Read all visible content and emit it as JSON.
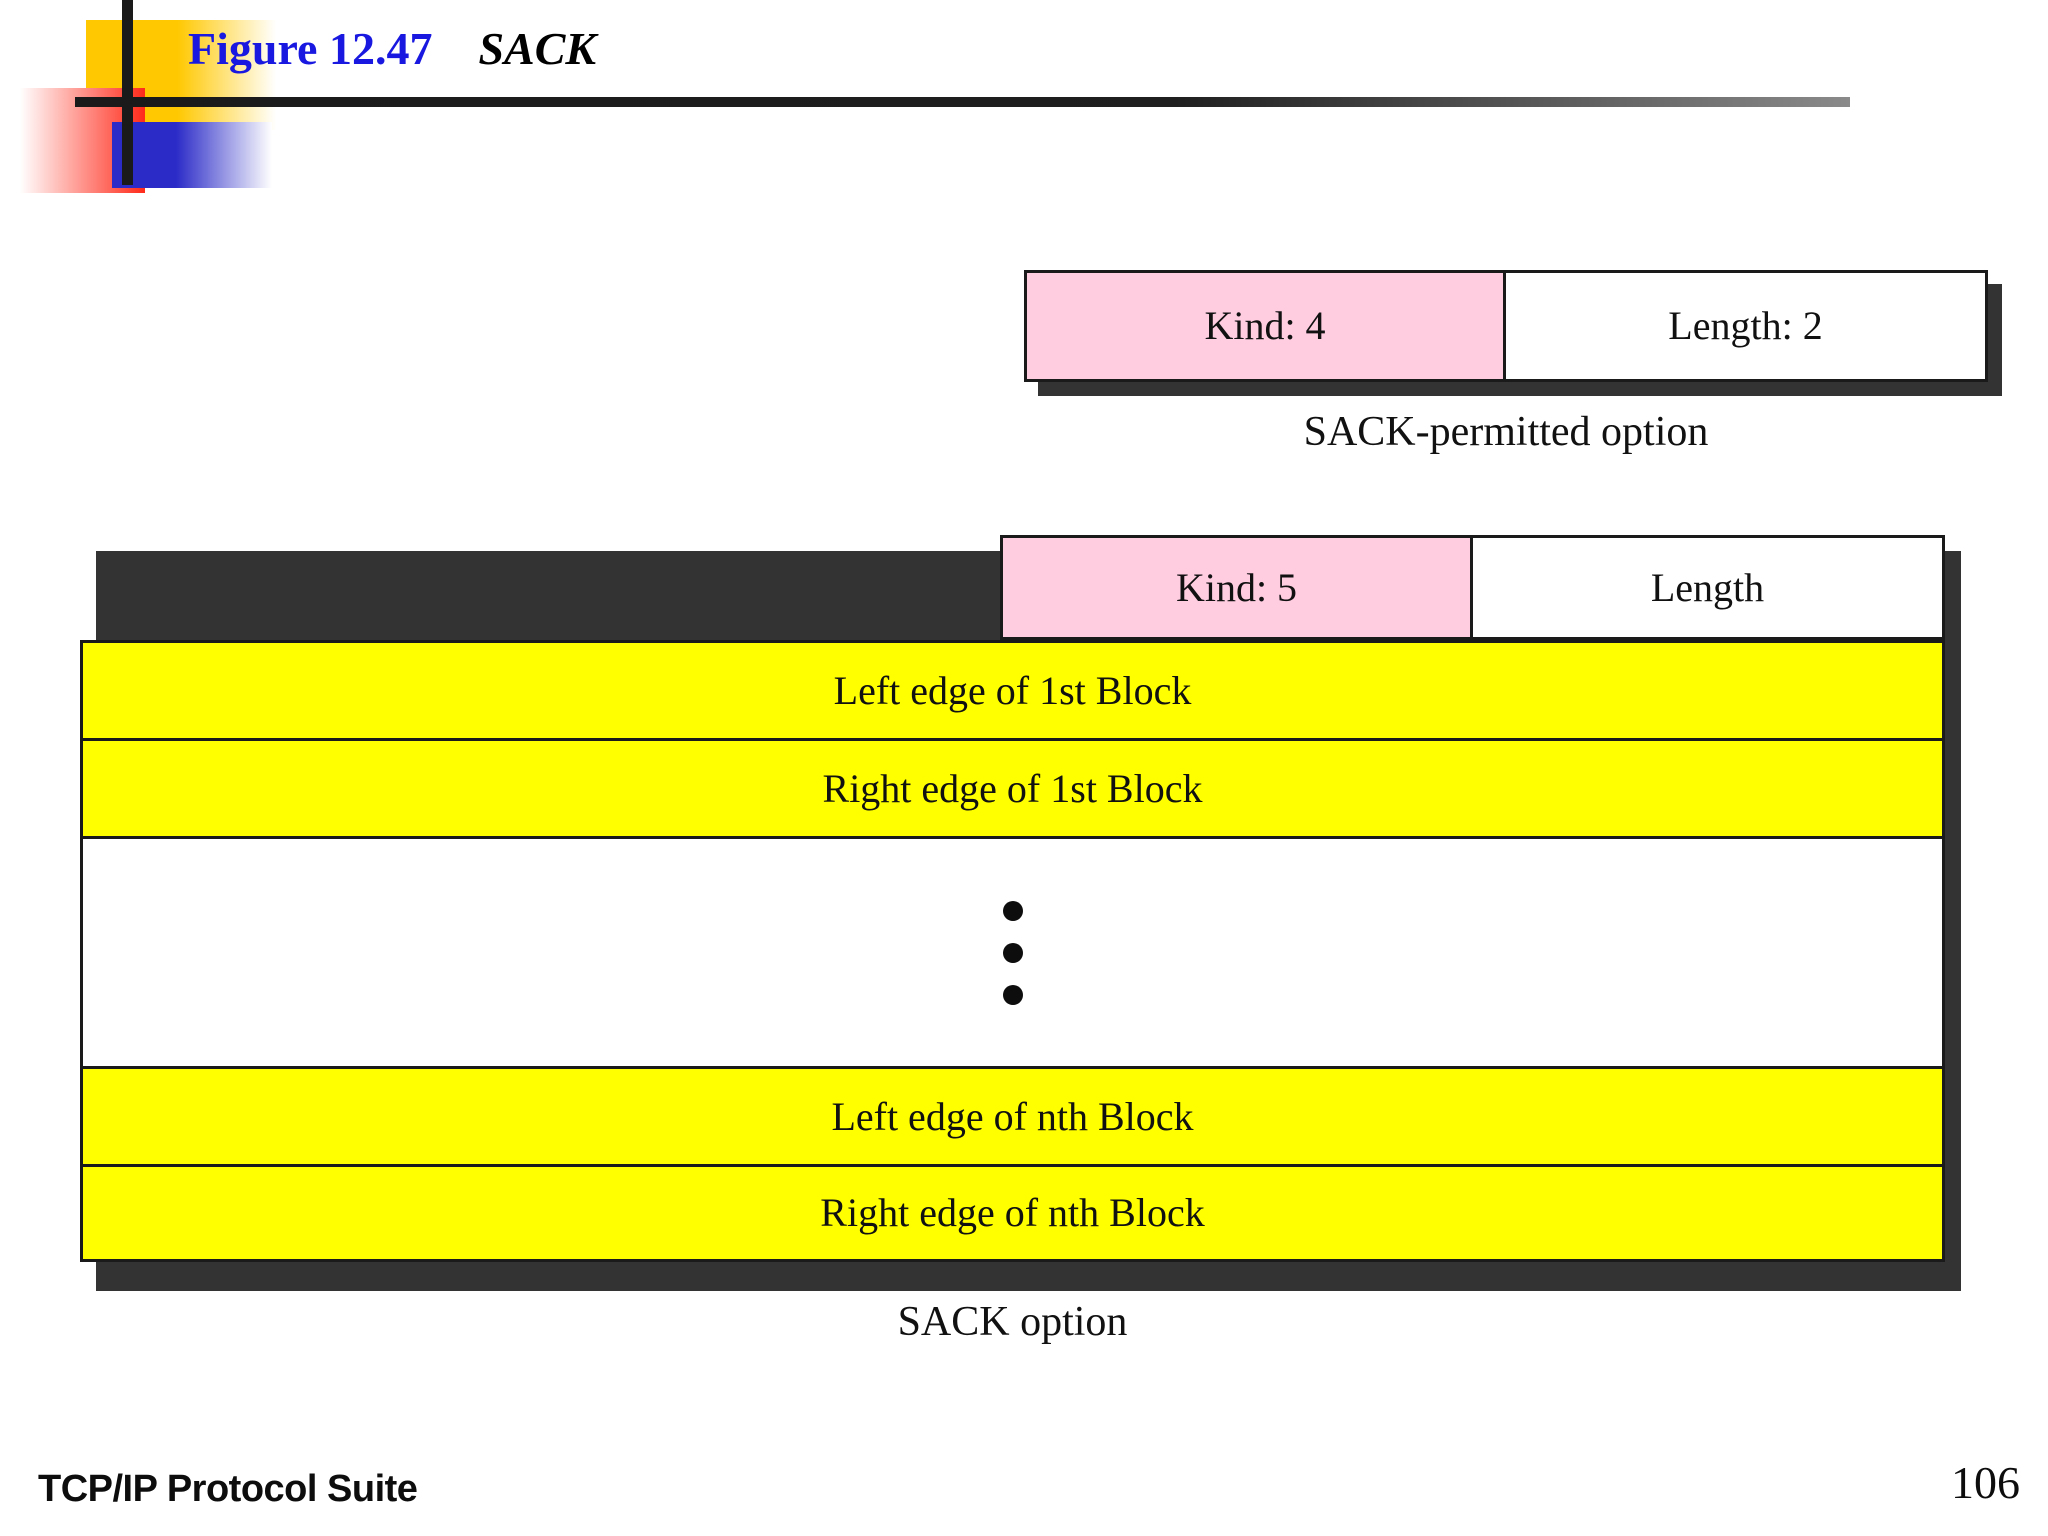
{
  "slide": {
    "title_prefix": "Figure 12.47",
    "title_name": "SACK",
    "separator": "    "
  },
  "colors": {
    "title_accent": "#1818E0",
    "kind_field": "#FFCCE0",
    "block_field": "#FFFF00",
    "border": "#1A1A1A",
    "shadow": "#333333",
    "deco_gold": "#FFC800",
    "deco_red": "#FF2A1A",
    "deco_blue": "#2B2BC8"
  },
  "sack_permitted_option": {
    "fields": [
      {
        "label": "Kind: 4",
        "fill": "pink"
      },
      {
        "label": "Length: 2",
        "fill": "white"
      }
    ],
    "caption": "SACK-permitted option"
  },
  "sack_option": {
    "header_fields": [
      {
        "label": "Kind: 5",
        "fill": "pink"
      },
      {
        "label": "Length",
        "fill": "white"
      }
    ],
    "body_rows": [
      {
        "label": "Left edge of 1st Block",
        "fill": "yellow"
      },
      {
        "label": "Right edge of 1st Block",
        "fill": "yellow"
      },
      {
        "label": "",
        "fill": "white",
        "kind": "vertical-ellipsis"
      },
      {
        "label": "Left edge of  nth Block",
        "fill": "yellow"
      },
      {
        "label": "Right edge of nth Block",
        "fill": "yellow"
      }
    ],
    "caption": "SACK option"
  },
  "footer": {
    "book_title": "TCP/IP Protocol Suite",
    "page_number": "106"
  }
}
